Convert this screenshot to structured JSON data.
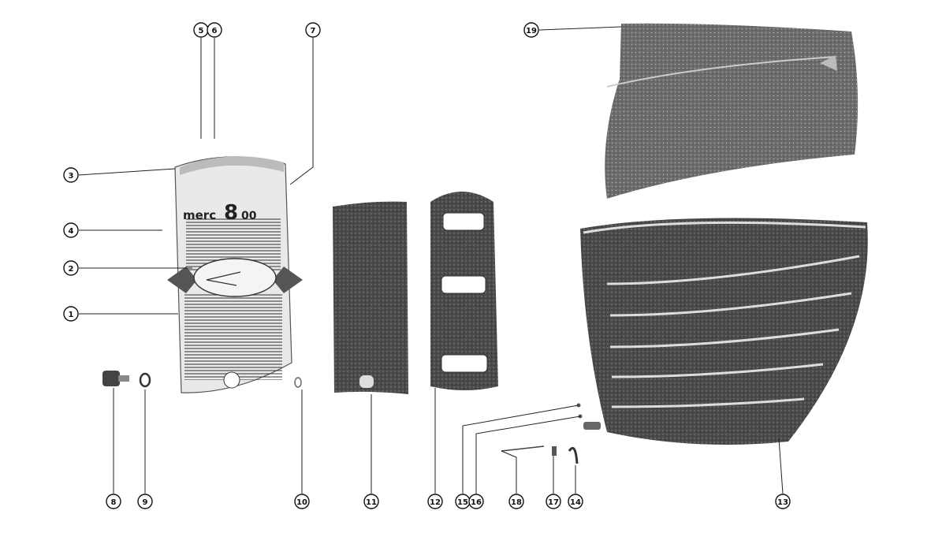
{
  "diagram": {
    "callouts": [
      "1",
      "2",
      "3",
      "4",
      "5",
      "6",
      "7",
      "8",
      "9",
      "10",
      "11",
      "12",
      "13",
      "14",
      "15",
      "16",
      "17",
      "18",
      "19"
    ],
    "logo": {
      "brand": "merc",
      "model": "8",
      "model_suffix": "00"
    }
  }
}
